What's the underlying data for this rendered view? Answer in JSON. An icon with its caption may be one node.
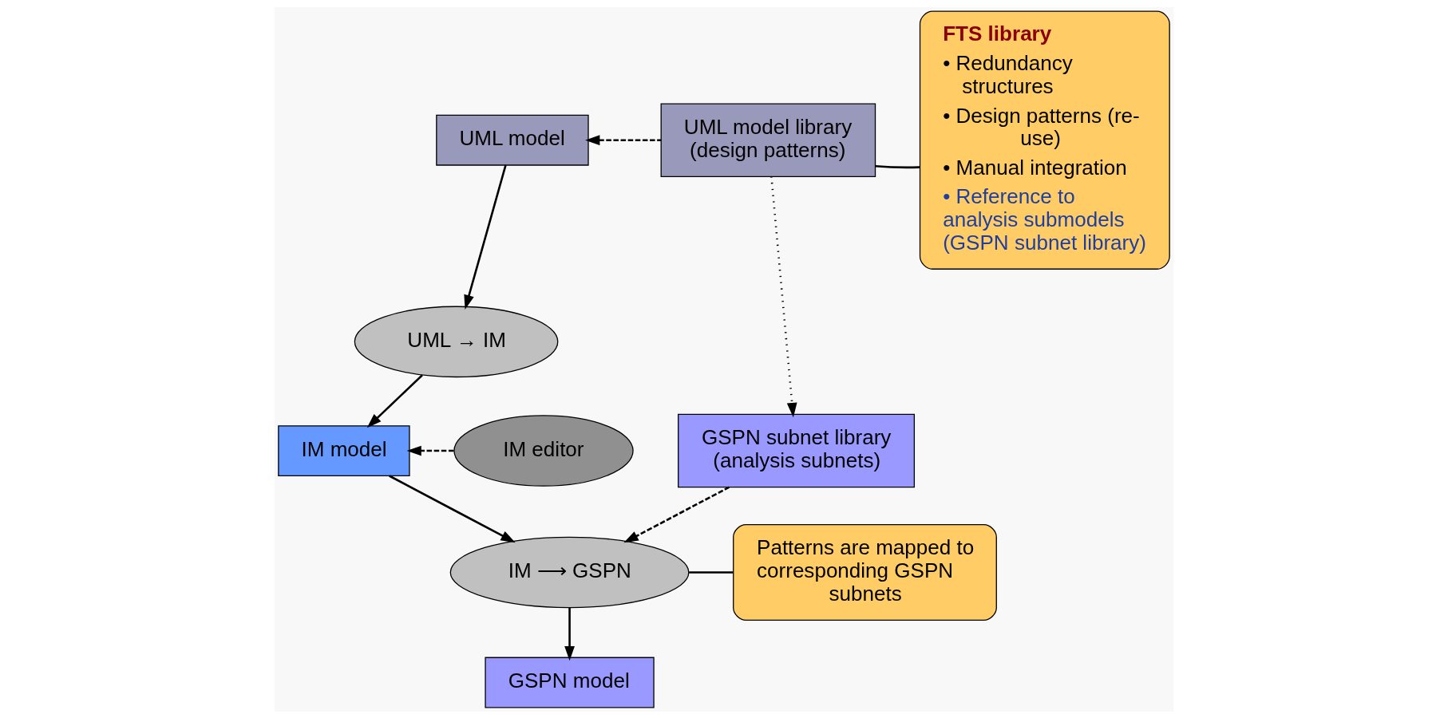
{
  "diagram": {
    "nodes": [
      {
        "text": [
          "UML model"
        ]
      },
      {
        "text": [
          "UML model library (design patterns)"
        ]
      },
      {
        "text": [
          "UML → IM"
        ]
      },
      {
        "text": [
          "IM editor"
        ]
      },
      {
        "text": [
          "IM model"
        ]
      },
      {
        "text": [
          "GSPN subnet library (analysis subnets)"
        ]
      },
      {
        "text": [
          "IM ⟶ GSPN"
        ]
      },
      {
        "text": [
          "GSPN model"
        ]
      },
      {
        "text": [
          "Patterns are mapped to corresponding GSPN subnets"
        ]
      },
      {
        "text": [
          "FTS library",
          "• Redundancy structures",
          "• Design patterns (re-use)",
          "• Manual integration",
          "• Reference to analysis submodels (GSPN subnet library)"
        ]
      }
    ],
    "edges": [
      {
        "from": 1,
        "to": 0,
        "arrow": "to",
        "style": "dashed"
      },
      {
        "from": 0,
        "to": 2,
        "arrow": "to"
      },
      {
        "from": 1,
        "to": 5,
        "arrow": "to",
        "style": "dashed"
      },
      {
        "from": 2,
        "to": 4,
        "arrow": "to"
      },
      {
        "from": 3,
        "to": 4,
        "arrow": "to",
        "style": "dashed"
      },
      {
        "from": 4,
        "to": 6,
        "arrow": "to"
      },
      {
        "from": 5,
        "to": 6,
        "arrow": "to",
        "style": "dashed"
      },
      {
        "from": 6,
        "to": 7,
        "arrow": "to"
      },
      {
        "from": 8,
        "to": 6,
        "arrow": "none"
      },
      {
        "from": 9,
        "to": 1,
        "arrow": "none"
      }
    ]
  }
}
